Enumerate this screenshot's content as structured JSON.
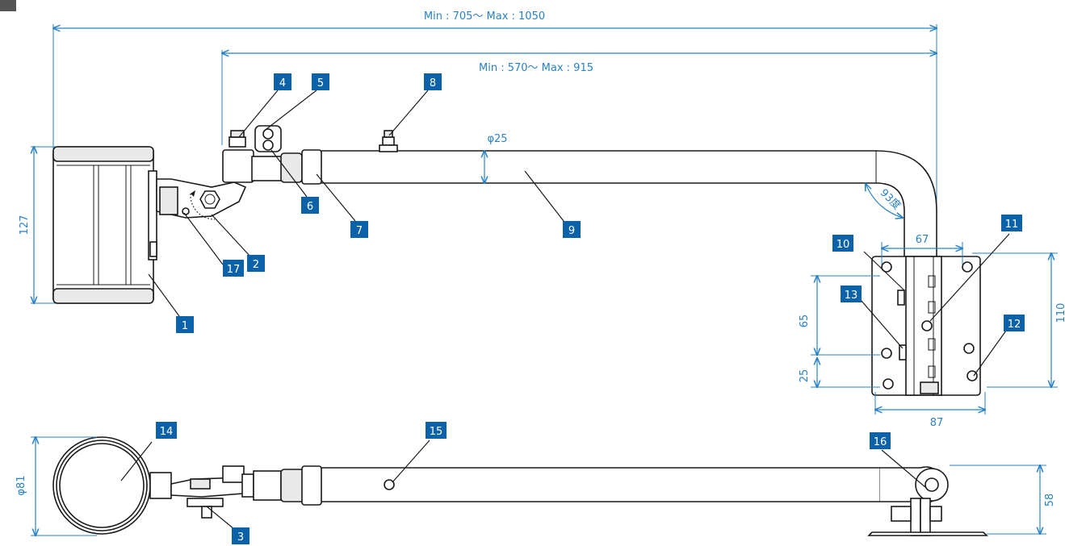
{
  "dimensions": {
    "overall_length": "Min : 705～ Max : 1050",
    "arm_length": "Min : 570～ Max : 915",
    "pipe_diameter": "φ25",
    "bend_angle": "93度",
    "head_height": "127",
    "bracket_hole_width": "67",
    "bracket_height": "110",
    "bracket_hole_pitch": "65",
    "bracket_bottom_offset": "25",
    "bracket_width": "87",
    "head_diameter": "φ81",
    "bottom_height": "58"
  },
  "badges": [
    "1",
    "2",
    "3",
    "4",
    "5",
    "6",
    "7",
    "8",
    "9",
    "10",
    "11",
    "12",
    "13",
    "14",
    "15",
    "16",
    "17"
  ],
  "colors": {
    "dimension": "#2a82c4",
    "badge": "#0b62a8",
    "linework": "#1a1a1a",
    "corner_mark": "#555555"
  }
}
